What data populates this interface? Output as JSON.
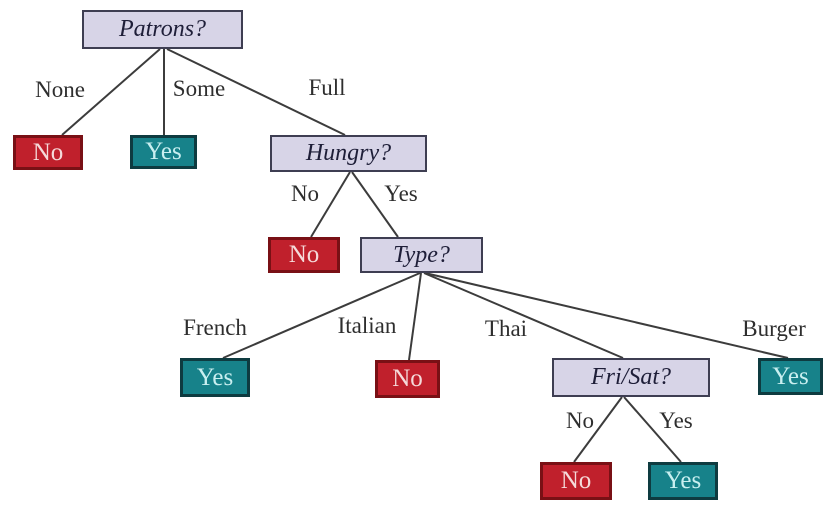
{
  "colors": {
    "background": "#ffffff",
    "question_fill": "#d7d4e7",
    "question_border": "#3e3e52",
    "question_text": "#1e1e38",
    "no_fill": "#c0202c",
    "no_border": "#791015",
    "no_text": "#f5dada",
    "yes_fill": "#17828a",
    "yes_border": "#0e3b40",
    "yes_text": "#c9eff0",
    "edge_line": "#3c3c3c",
    "edge_label_text": "#2e2e2e"
  },
  "tree": {
    "nodes": {
      "patrons": "Patrons?",
      "hungry": "Hungry?",
      "type": "Type?",
      "frisat": "Fri/Sat?"
    },
    "leaves": {
      "none": "No",
      "some": "Yes",
      "hungry_no": "No",
      "french": "Yes",
      "italian": "No",
      "burger": "Yes",
      "frisat_no": "No",
      "frisat_yes": "Yes"
    },
    "edge_labels": {
      "none": "None",
      "some": "Some",
      "full": "Full",
      "hungry_no": "No",
      "hungry_yes": "Yes",
      "french": "French",
      "italian": "Italian",
      "thai": "Thai",
      "burger": "Burger",
      "frisat_no": "No",
      "frisat_yes": "Yes"
    }
  }
}
